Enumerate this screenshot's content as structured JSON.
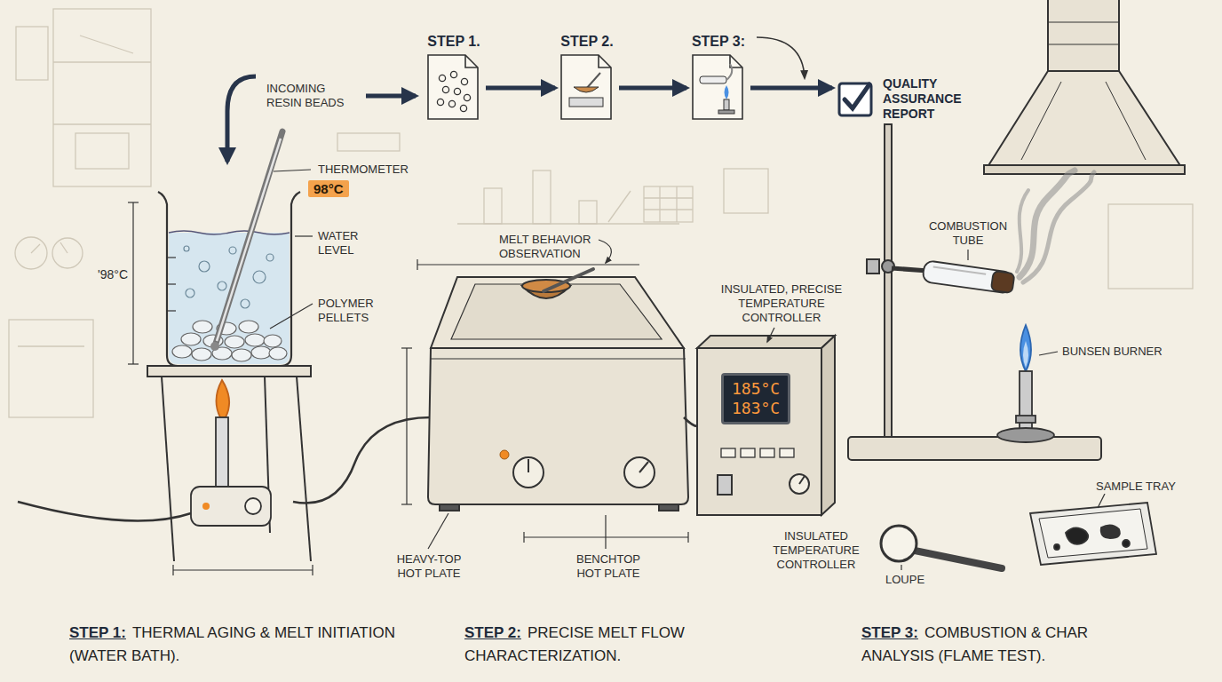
{
  "diagram": {
    "nodes": [
      {
        "text": [
          "STEP 1."
        ]
      },
      {
        "text": [
          "STEP 2."
        ]
      },
      {
        "text": [
          "STEP 3:"
        ]
      },
      {
        "text": [
          "QUALITY ASSURANCE REPORT"
        ]
      },
      {
        "text": [
          "98°C"
        ]
      },
      {
        "text": [
          "185°C",
          "183°C"
        ]
      }
    ],
    "edges": [
      {
        "from": 0,
        "to": 1,
        "arrow": "to"
      },
      {
        "from": 1,
        "to": 2,
        "arrow": "to"
      },
      {
        "from": 2,
        "to": 3,
        "arrow": "to"
      }
    ],
    "labels": [
      "INCOMING RESIN BEADS",
      "THERMOMETER",
      "WATER LEVEL",
      "POLYMER PELLETS",
      "'98°C",
      "MELT BEHAVIOR OBSERVATION",
      "INSULATED, PRECISE TEMPERATURE CONTROLLER",
      "HEAVY-TOP HOT PLATE",
      "BENCHTOP HOT PLATE",
      "INSULATED TEMPERATURE CONTROLLER",
      "COMBUSTION TUBE",
      "BUNSEN BURNER",
      "LOUPE",
      "SAMPLE TRAY",
      "STEP 1:",
      "THERMAL AGING & MELT INITIATION (WATER BATH).",
      "STEP 2:",
      "PRECISE MELT FLOW CHARACTERIZATION.",
      "STEP 3:",
      "COMBUSTION & CHAR ANALYSIS (FLAME TEST)."
    ]
  }
}
